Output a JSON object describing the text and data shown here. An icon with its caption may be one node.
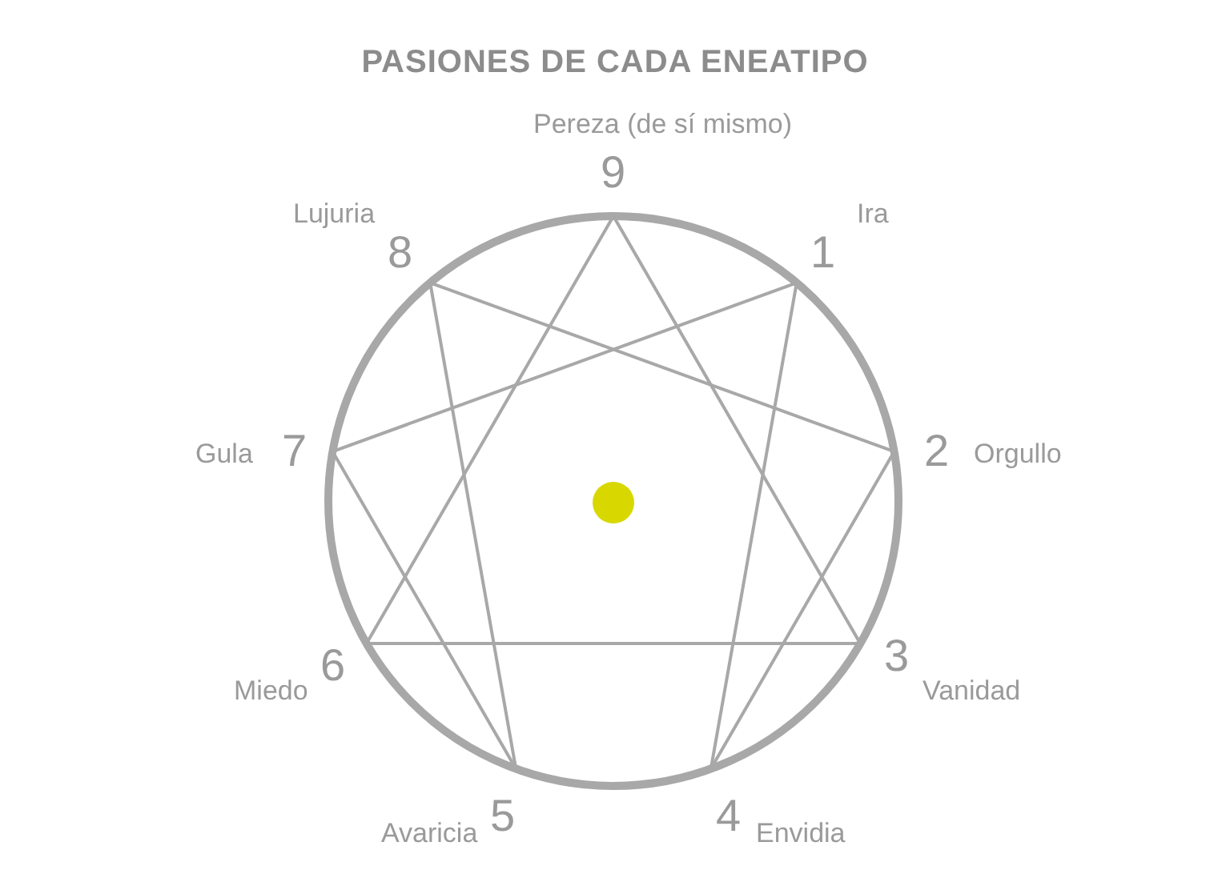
{
  "diagram": {
    "title": "PASIONES DE CADA ENEATIPO",
    "nodes": [
      {
        "text": [
          "9"
        ],
        "beside": [
          "Pereza (de sí mismo)"
        ]
      },
      {
        "text": [
          "1"
        ],
        "beside": [
          "Ira"
        ]
      },
      {
        "text": [
          "2"
        ],
        "beside": [
          "Orgullo"
        ]
      },
      {
        "text": [
          "3"
        ],
        "beside": [
          "Vanidad"
        ]
      },
      {
        "text": [
          "4"
        ],
        "beside": [
          "Envidia"
        ]
      },
      {
        "text": [
          "5"
        ],
        "beside": [
          "Avaricia"
        ]
      },
      {
        "text": [
          "6"
        ],
        "beside": [
          "Miedo"
        ]
      },
      {
        "text": [
          "7"
        ],
        "beside": [
          "Gula"
        ]
      },
      {
        "text": [
          "8"
        ],
        "beside": [
          "Lujuria"
        ]
      }
    ],
    "edges": [
      {
        "from": 0,
        "to": 3,
        "arrow": "none"
      },
      {
        "from": 3,
        "to": 6,
        "arrow": "none"
      },
      {
        "from": 6,
        "to": 0,
        "arrow": "none"
      },
      {
        "from": 1,
        "to": 4,
        "arrow": "none"
      },
      {
        "from": 4,
        "to": 2,
        "arrow": "none"
      },
      {
        "from": 2,
        "to": 8,
        "arrow": "none"
      },
      {
        "from": 8,
        "to": 5,
        "arrow": "none"
      },
      {
        "from": 5,
        "to": 7,
        "arrow": "none"
      },
      {
        "from": 7,
        "to": 1,
        "arrow": "none"
      }
    ]
  }
}
